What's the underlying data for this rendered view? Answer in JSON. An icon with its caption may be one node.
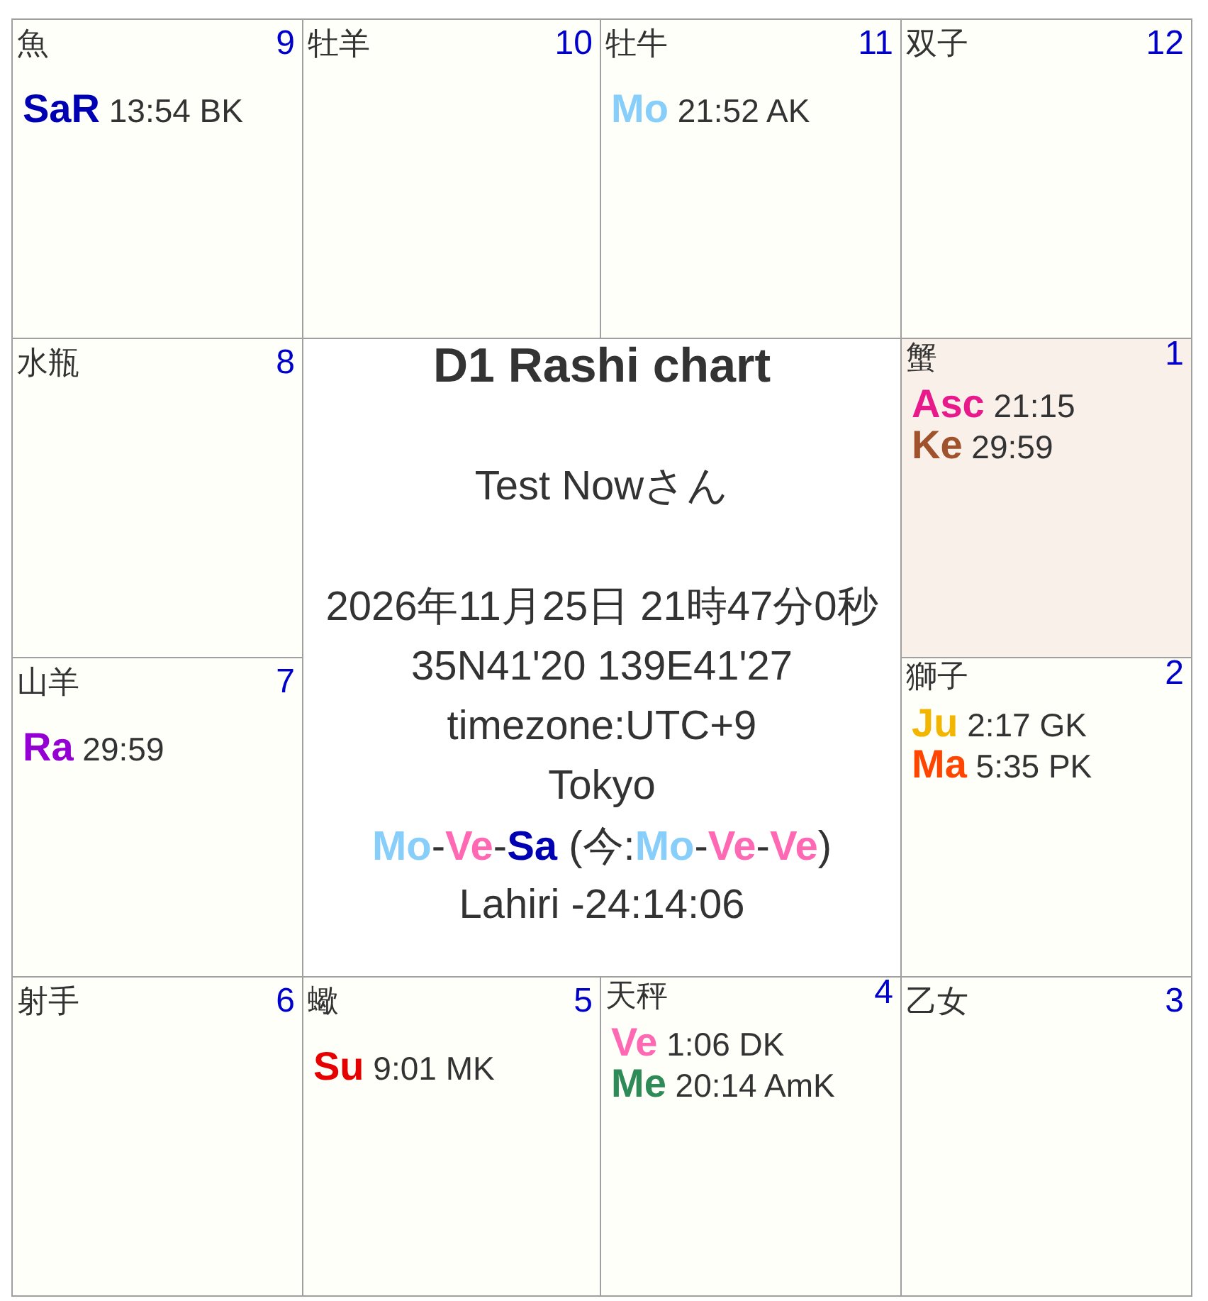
{
  "diagram": {
    "nodes": [
      {
        "text": [
          "魚",
          "9",
          "**SaR** 13:54 BK"
        ]
      },
      {
        "text": [
          "牡羊",
          "10"
        ]
      },
      {
        "text": [
          "牡牛",
          "11",
          "**Mo** 21:52 AK"
        ]
      },
      {
        "text": [
          "双子",
          "12"
        ]
      },
      {
        "text": [
          "水瓶",
          "8"
        ]
      },
      {
        "text": [
          "D1 Rashi chart",
          "Test Nowさん",
          "2026年11月25日 21時47分0秒",
          "35N41'20 139E41'27",
          "timezone:UTC+9",
          "Tokyo",
          "**Mo**-**Ve**-**Sa** (今:**Mo**-**Ve**-**Ve**)",
          "Lahiri -24:14:06"
        ]
      },
      {
        "text": [
          "蟹",
          "1",
          "**Asc** 21:15",
          "**Ke** 29:59"
        ]
      },
      {
        "text": [
          "山羊",
          "7",
          "**Ra** 29:59"
        ]
      },
      {
        "text": [
          "獅子",
          "2",
          "**Ju** 2:17 GK",
          "**Ma** 5:35 PK"
        ]
      },
      {
        "text": [
          "射手",
          "6"
        ]
      },
      {
        "text": [
          "蠍",
          "5",
          "**Su** 9:01 MK"
        ]
      },
      {
        "text": [
          "天秤",
          "4",
          "**Ve** 1:06 DK",
          "**Me** 20:14 AmK"
        ]
      },
      {
        "text": [
          "乙女",
          "3"
        ]
      }
    ]
  }
}
